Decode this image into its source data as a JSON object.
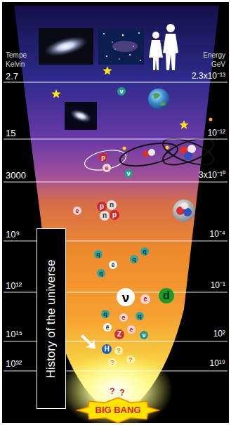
{
  "diagram": {
    "nodes": [
      {
        "text": [
          "History of the universe"
        ]
      },
      {
        "text": [
          "ν"
        ]
      },
      {
        "text": [
          "p"
        ]
      },
      {
        "text": [
          "e"
        ]
      },
      {
        "text": [
          "ν"
        ]
      },
      {
        "text": [
          "e"
        ]
      },
      {
        "text": [
          "p"
        ]
      },
      {
        "text": [
          "n"
        ]
      },
      {
        "text": [
          "n"
        ]
      },
      {
        "text": [
          "p"
        ]
      },
      {
        "text": [
          "q"
        ]
      },
      {
        "text": [
          "q"
        ]
      },
      {
        "text": [
          "ē"
        ]
      },
      {
        "text": [
          "q"
        ]
      },
      {
        "text": [
          "q"
        ]
      },
      {
        "text": [
          "ν"
        ]
      },
      {
        "text": [
          "e"
        ]
      },
      {
        "text": [
          "d"
        ]
      },
      {
        "text": [
          "q"
        ]
      },
      {
        "text": [
          "e"
        ]
      },
      {
        "text": [
          "ē"
        ]
      },
      {
        "text": [
          "q"
        ]
      },
      {
        "text": [
          "e"
        ]
      },
      {
        "text": [
          "Z"
        ]
      },
      {
        "text": [
          "ν"
        ]
      },
      {
        "text": [
          "H"
        ]
      },
      {
        "text": [
          "?"
        ]
      },
      {
        "text": [
          "?"
        ]
      },
      {
        "text": [
          "?"
        ]
      }
    ],
    "labels": [
      "Tempe",
      "Kelvin",
      "2.7",
      "15",
      "3000",
      "10⁹",
      "10¹²",
      "10¹⁵",
      "10³²",
      "Energy",
      "GeV",
      "2.3x10⁻¹³",
      "10⁻¹²",
      "3x10⁻¹⁰",
      "10⁻⁴",
      "10⁻¹",
      "10²",
      "10¹⁹",
      "BIG BANG",
      "?",
      "?"
    ]
  }
}
